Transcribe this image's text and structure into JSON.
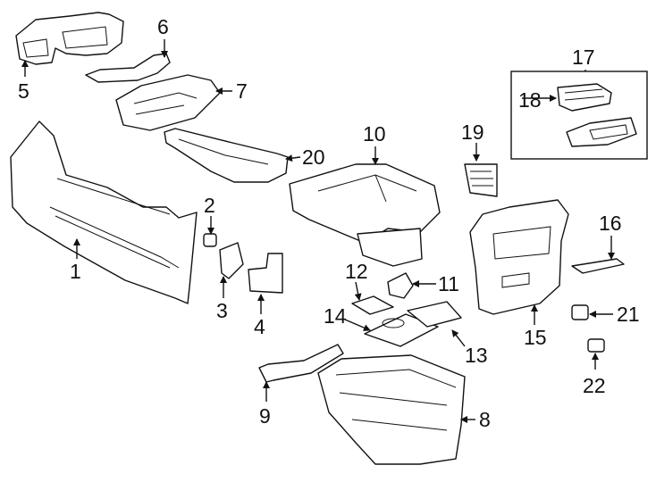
{
  "diagram": {
    "callouts": [
      {
        "id": "1",
        "label": "1"
      },
      {
        "id": "2",
        "label": "2"
      },
      {
        "id": "3",
        "label": "3"
      },
      {
        "id": "4",
        "label": "4"
      },
      {
        "id": "5",
        "label": "5"
      },
      {
        "id": "6",
        "label": "6"
      },
      {
        "id": "7",
        "label": "7"
      },
      {
        "id": "8",
        "label": "8"
      },
      {
        "id": "9",
        "label": "9"
      },
      {
        "id": "10",
        "label": "10"
      },
      {
        "id": "11",
        "label": "11"
      },
      {
        "id": "12",
        "label": "12"
      },
      {
        "id": "13",
        "label": "13"
      },
      {
        "id": "14",
        "label": "14"
      },
      {
        "id": "15",
        "label": "15"
      },
      {
        "id": "16",
        "label": "16"
      },
      {
        "id": "17",
        "label": "17"
      },
      {
        "id": "18",
        "label": "18"
      },
      {
        "id": "19",
        "label": "19"
      },
      {
        "id": "20",
        "label": "20"
      },
      {
        "id": "21",
        "label": "21"
      },
      {
        "id": "22",
        "label": "22"
      }
    ],
    "colors": {
      "line": "#111111",
      "background": "#ffffff"
    }
  }
}
